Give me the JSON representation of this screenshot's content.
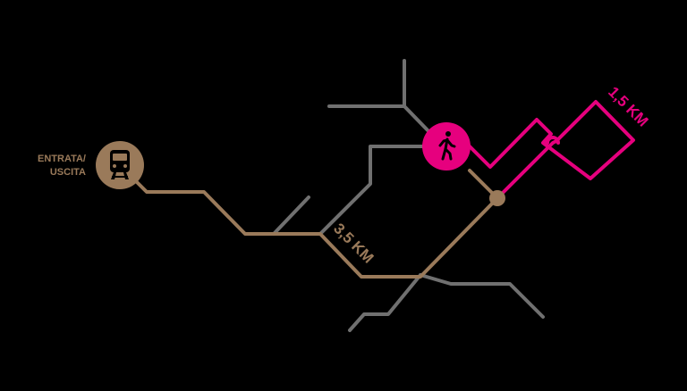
{
  "map": {
    "start_label_line1": "ENTRATA/",
    "start_label_line2": "USCITA",
    "brown_route_distance": "3,5 KM",
    "pink_route_distance": "1,5 KM",
    "start_icon": "train-icon",
    "walk_icon": "pedestrian-walking-icon"
  },
  "colors": {
    "background": "#000000",
    "grey_path": "#707070",
    "brown_route": "#9a7a5a",
    "pink_route": "#e6007e",
    "white_icon": "#ffffff"
  }
}
